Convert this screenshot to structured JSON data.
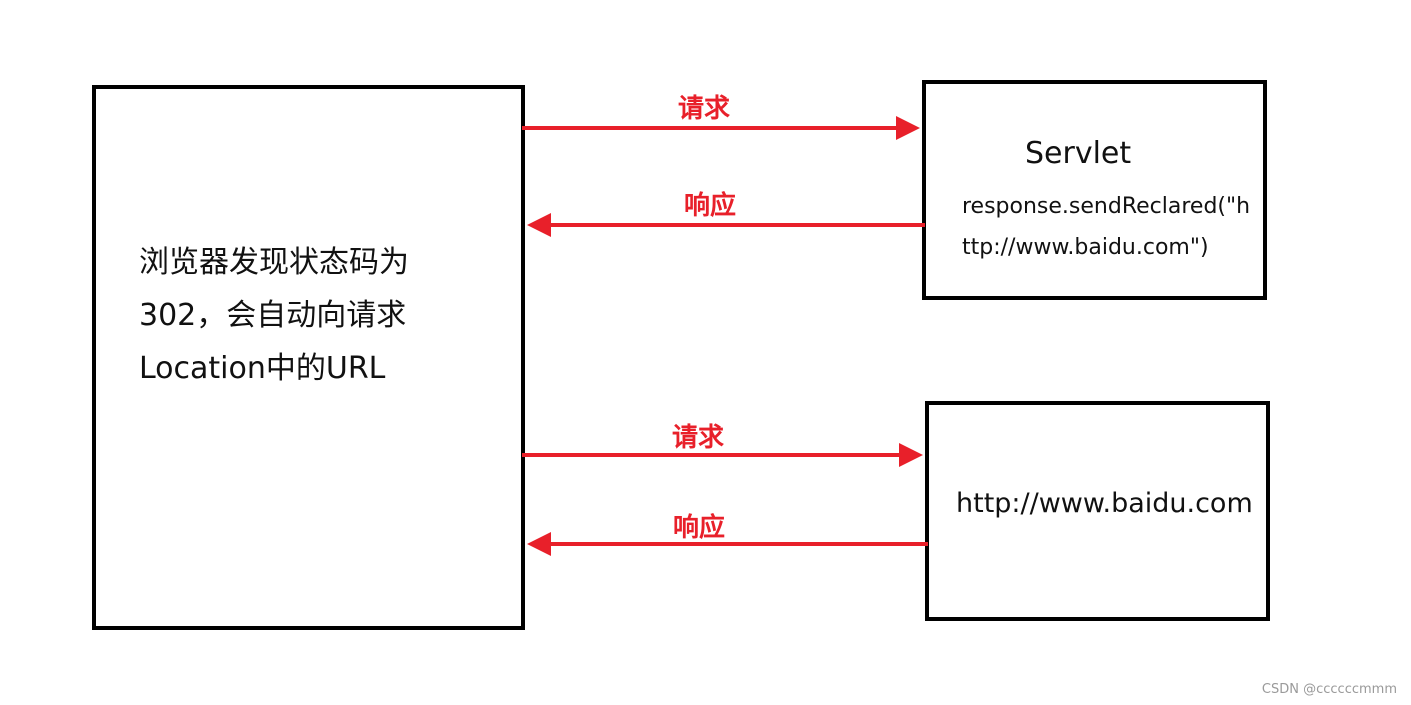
{
  "browser": {
    "lines": [
      "浏览器发现状态码为",
      "302，会自动向请求",
      "Location中的URL"
    ]
  },
  "servlet": {
    "title": "Servlet",
    "code_lines": [
      "response.sendReclared(\"h",
      "ttp://www.baidu.com\")"
    ]
  },
  "baidu": {
    "label": "http://www.baidu.com"
  },
  "arrows": {
    "request_1": "请求",
    "response_1": "响应",
    "request_2": "请求",
    "response_2": "响应"
  },
  "colors": {
    "arrow": "#e8202a",
    "border": "#000000"
  },
  "watermark": "CSDN @ccccccmmm"
}
